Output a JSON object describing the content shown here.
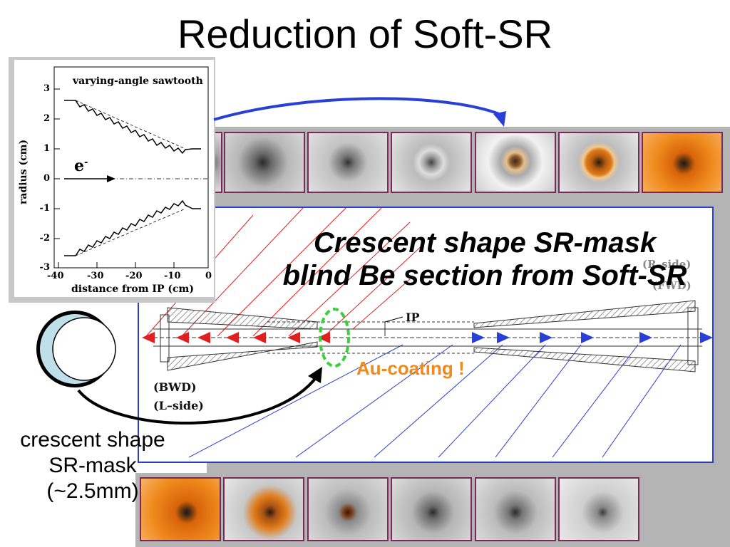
{
  "title": "Reduction of Soft-SR",
  "plot": {
    "title": "varying-angle sawtooth",
    "ylabel": "radius (cm)",
    "xlabel": "distance from IP (cm)",
    "yticks": [
      "3",
      "2",
      "1",
      "0",
      "-1",
      "-2",
      "-3"
    ],
    "xticks": [
      "-40",
      "-30",
      "-20",
      "-10",
      "0"
    ],
    "beam_label": "e",
    "beam_sup": "-"
  },
  "beamline": {
    "callout_line1": "Crescent shape SR-mask",
    "callout_line2": "blind Be section from Soft-SR",
    "ip_label": "IP",
    "bwd_label": "(BWD)",
    "lside_label": "(L–side)",
    "rside_label": "(R–side)",
    "fwd_label": "(FWD)",
    "au_label": "Au-coating !"
  },
  "mask": {
    "line1": "crescent shape",
    "line2": "SR-mask",
    "line3": "(~2.5mm)"
  },
  "colors": {
    "panel_gray": "#b4b4b4",
    "photo_border": "#7a2a58",
    "beamline_border": "#2b3fc2",
    "red_rays": "#e02020",
    "blue_rays": "#2a3fd6",
    "au_orange": "#f08a1c",
    "ellipse_green": "#3ccf3c",
    "crescent_fill": "#bfe0e8"
  },
  "photos_top": [
    "bore-photo-1",
    "bore-photo-2",
    "bore-photo-3",
    "bore-photo-4",
    "bore-photo-5",
    "bore-photo-6",
    "bore-photo-7"
  ],
  "photos_bottom": [
    "bore-photo-1",
    "bore-photo-2",
    "bore-photo-3",
    "bore-photo-4",
    "bore-photo-5",
    "bore-photo-6"
  ]
}
